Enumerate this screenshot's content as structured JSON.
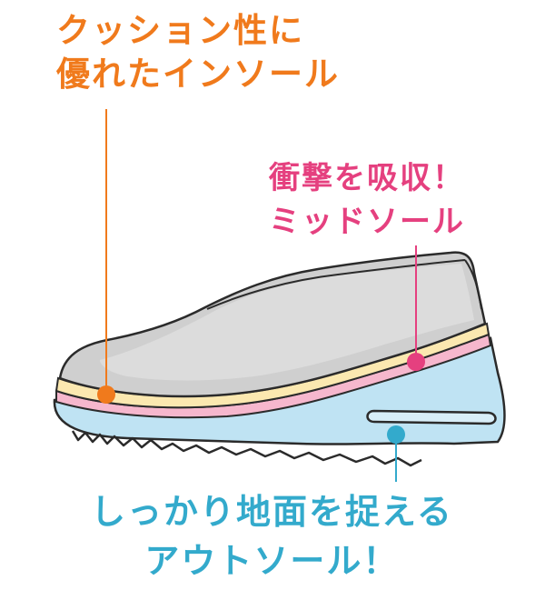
{
  "colors": {
    "insole": "#f07a1c",
    "midsole": "#e5407f",
    "outsole": "#33aacc",
    "upper_fill": "#cfcfcf",
    "insole_layer": "#fbe8b0",
    "midsole_layer": "#f6b7cd",
    "outsole_fill": "#bfe3f3",
    "outline": "#2b2b2b"
  },
  "callouts": {
    "insole": {
      "lines": [
        "クッション性に",
        "優れたインソール"
      ]
    },
    "midsole": {
      "lines": [
        "衝撃を吸収！",
        "ミッドソール"
      ]
    },
    "outsole": {
      "lines": [
        "しっかり地面を捉える",
        "アウトソール！"
      ]
    }
  }
}
